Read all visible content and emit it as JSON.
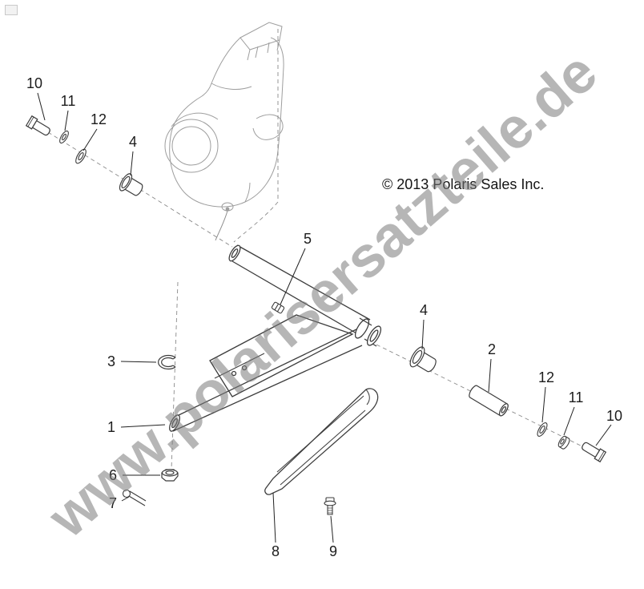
{
  "diagram": {
    "watermark": "www.polarisersatzteile.de",
    "copyright": "© 2013 Polaris Sales Inc."
  },
  "callouts": [
    {
      "label": "10"
    },
    {
      "label": "11"
    },
    {
      "label": "12"
    },
    {
      "label": "4"
    },
    {
      "label": "5"
    },
    {
      "label": "4"
    },
    {
      "label": "2"
    },
    {
      "label": "12"
    },
    {
      "label": "11"
    },
    {
      "label": "10"
    },
    {
      "label": "3"
    },
    {
      "label": "1"
    },
    {
      "label": "6"
    },
    {
      "label": "7"
    },
    {
      "label": "8"
    },
    {
      "label": "9"
    }
  ]
}
